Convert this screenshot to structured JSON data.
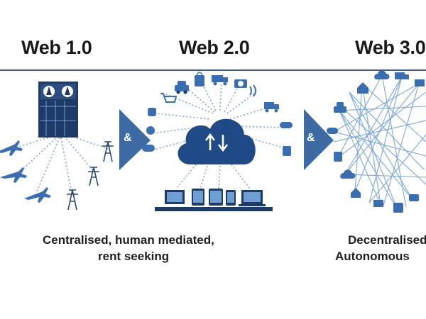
{
  "headings": {
    "web1": "Web 1.0",
    "web2": "Web 2.0",
    "web3": "Web 3.0"
  },
  "captions": {
    "web1_line1": "Centralised, human mediated,",
    "web1_line2": "rent seeking",
    "web3_line1": "Decentralised,",
    "web3_line2": "Autonomous"
  },
  "connectors": {
    "amp1": "&",
    "amp2": "&"
  },
  "colors": {
    "navy": "#1d3b66",
    "blue": "#2e5f9a",
    "light_blue": "#6f9ed3",
    "line": "#3e5d80",
    "arrow": "#3d6aa3"
  },
  "icons": {
    "web1_hub": "server-rack-icon",
    "web1_nodes": [
      "airplane-icon",
      "power-pylon-icon"
    ],
    "web2_hub": "cloud-sync-icon",
    "web2_nodes": [
      "car-icon",
      "shopping-bag-icon",
      "truck-icon",
      "phone-icon",
      "cart-icon",
      "pill-icon",
      "camera-icon",
      "gamepad-icon"
    ],
    "web2_devices": [
      "monitor-icon",
      "tablet-icon",
      "phone-icon",
      "laptop-icon"
    ],
    "web3_nodes": [
      "car-icon",
      "truck-icon",
      "house-icon",
      "cloud-icon",
      "pill-icon",
      "heart-icon"
    ]
  }
}
